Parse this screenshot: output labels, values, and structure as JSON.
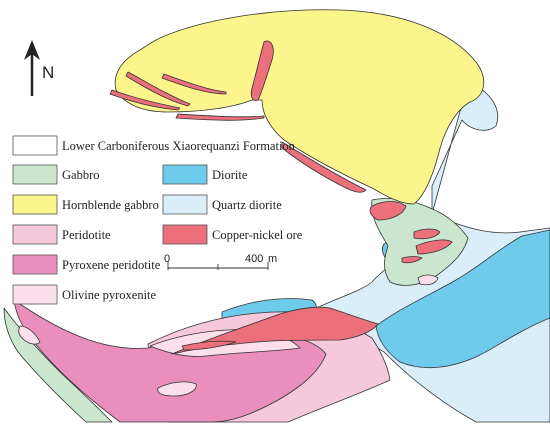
{
  "north": {
    "label": "N"
  },
  "scale_bar": {
    "start_label": "0",
    "end_label": "400",
    "unit": "m"
  },
  "colors": {
    "lower_carboniferous": "#ffffff",
    "gabbro": "#cbe6cf",
    "hornblende_gabbro": "#fbf58c",
    "peridotite": "#f6c8dc",
    "pyroxene_peridotite": "#ea8ebc",
    "olivine_pyroxenite": "#fbe0ec",
    "diorite": "#6fcbec",
    "quartz_diorite": "#d9eef9",
    "copper_nickel_ore": "#ec6f7c",
    "outline": "#333333"
  },
  "legend": {
    "header": "Lower Carboniferous Xiaorequanzi Formation",
    "left_items": [
      {
        "label": "Gabbro",
        "color": "#cbe6cf"
      },
      {
        "label": "Hornblende gabbro",
        "color": "#fbf58c"
      },
      {
        "label": "Peridotite",
        "color": "#f6c8dc"
      },
      {
        "label": "Pyroxene peridotite",
        "color": "#ea8ebc"
      },
      {
        "label": "Olivine pyroxenite",
        "color": "#fbe0ec"
      }
    ],
    "right_items": [
      {
        "label": "Diorite",
        "color": "#6fcbec"
      },
      {
        "label": "Quartz diorite",
        "color": "#d9eef9"
      },
      {
        "label": "Copper-nickel ore",
        "color": "#ec6f7c"
      }
    ]
  }
}
